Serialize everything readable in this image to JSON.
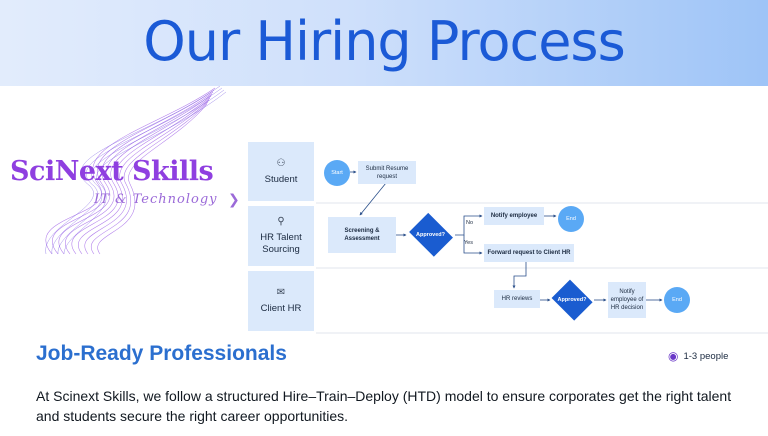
{
  "banner": {
    "title": "Our Hiring Process"
  },
  "logo": {
    "name": "SciNext Skills",
    "tagline": "IT & Technology"
  },
  "diagram": {
    "lanes": [
      {
        "label": "Student",
        "icon": "group-icon"
      },
      {
        "label": "HR Talent Sourcing",
        "icon": "person-icon"
      },
      {
        "label": "Client HR",
        "icon": "chat-icon"
      }
    ],
    "nodes": {
      "start": "Start",
      "submit": "Submit Resume request",
      "screening": "Screening & Assessment",
      "approved1": "Approved?",
      "notify": "Notify employee",
      "end1": "End",
      "forward": "Forward request to Client HR",
      "hr_reviews": "HR reviews",
      "approved2": "Approved?",
      "notify_decision": "Notify employee of HR decision",
      "end2": "End"
    },
    "edge_labels": {
      "no": "No",
      "yes": "Yes"
    }
  },
  "subtitle": "Job-Ready Professionals",
  "people": "1-3 people",
  "description": "At Scinext Skills, we follow a structured Hire–Train–Deploy (HTD) model to ensure corporates get the right talent and students secure the right career opportunities."
}
